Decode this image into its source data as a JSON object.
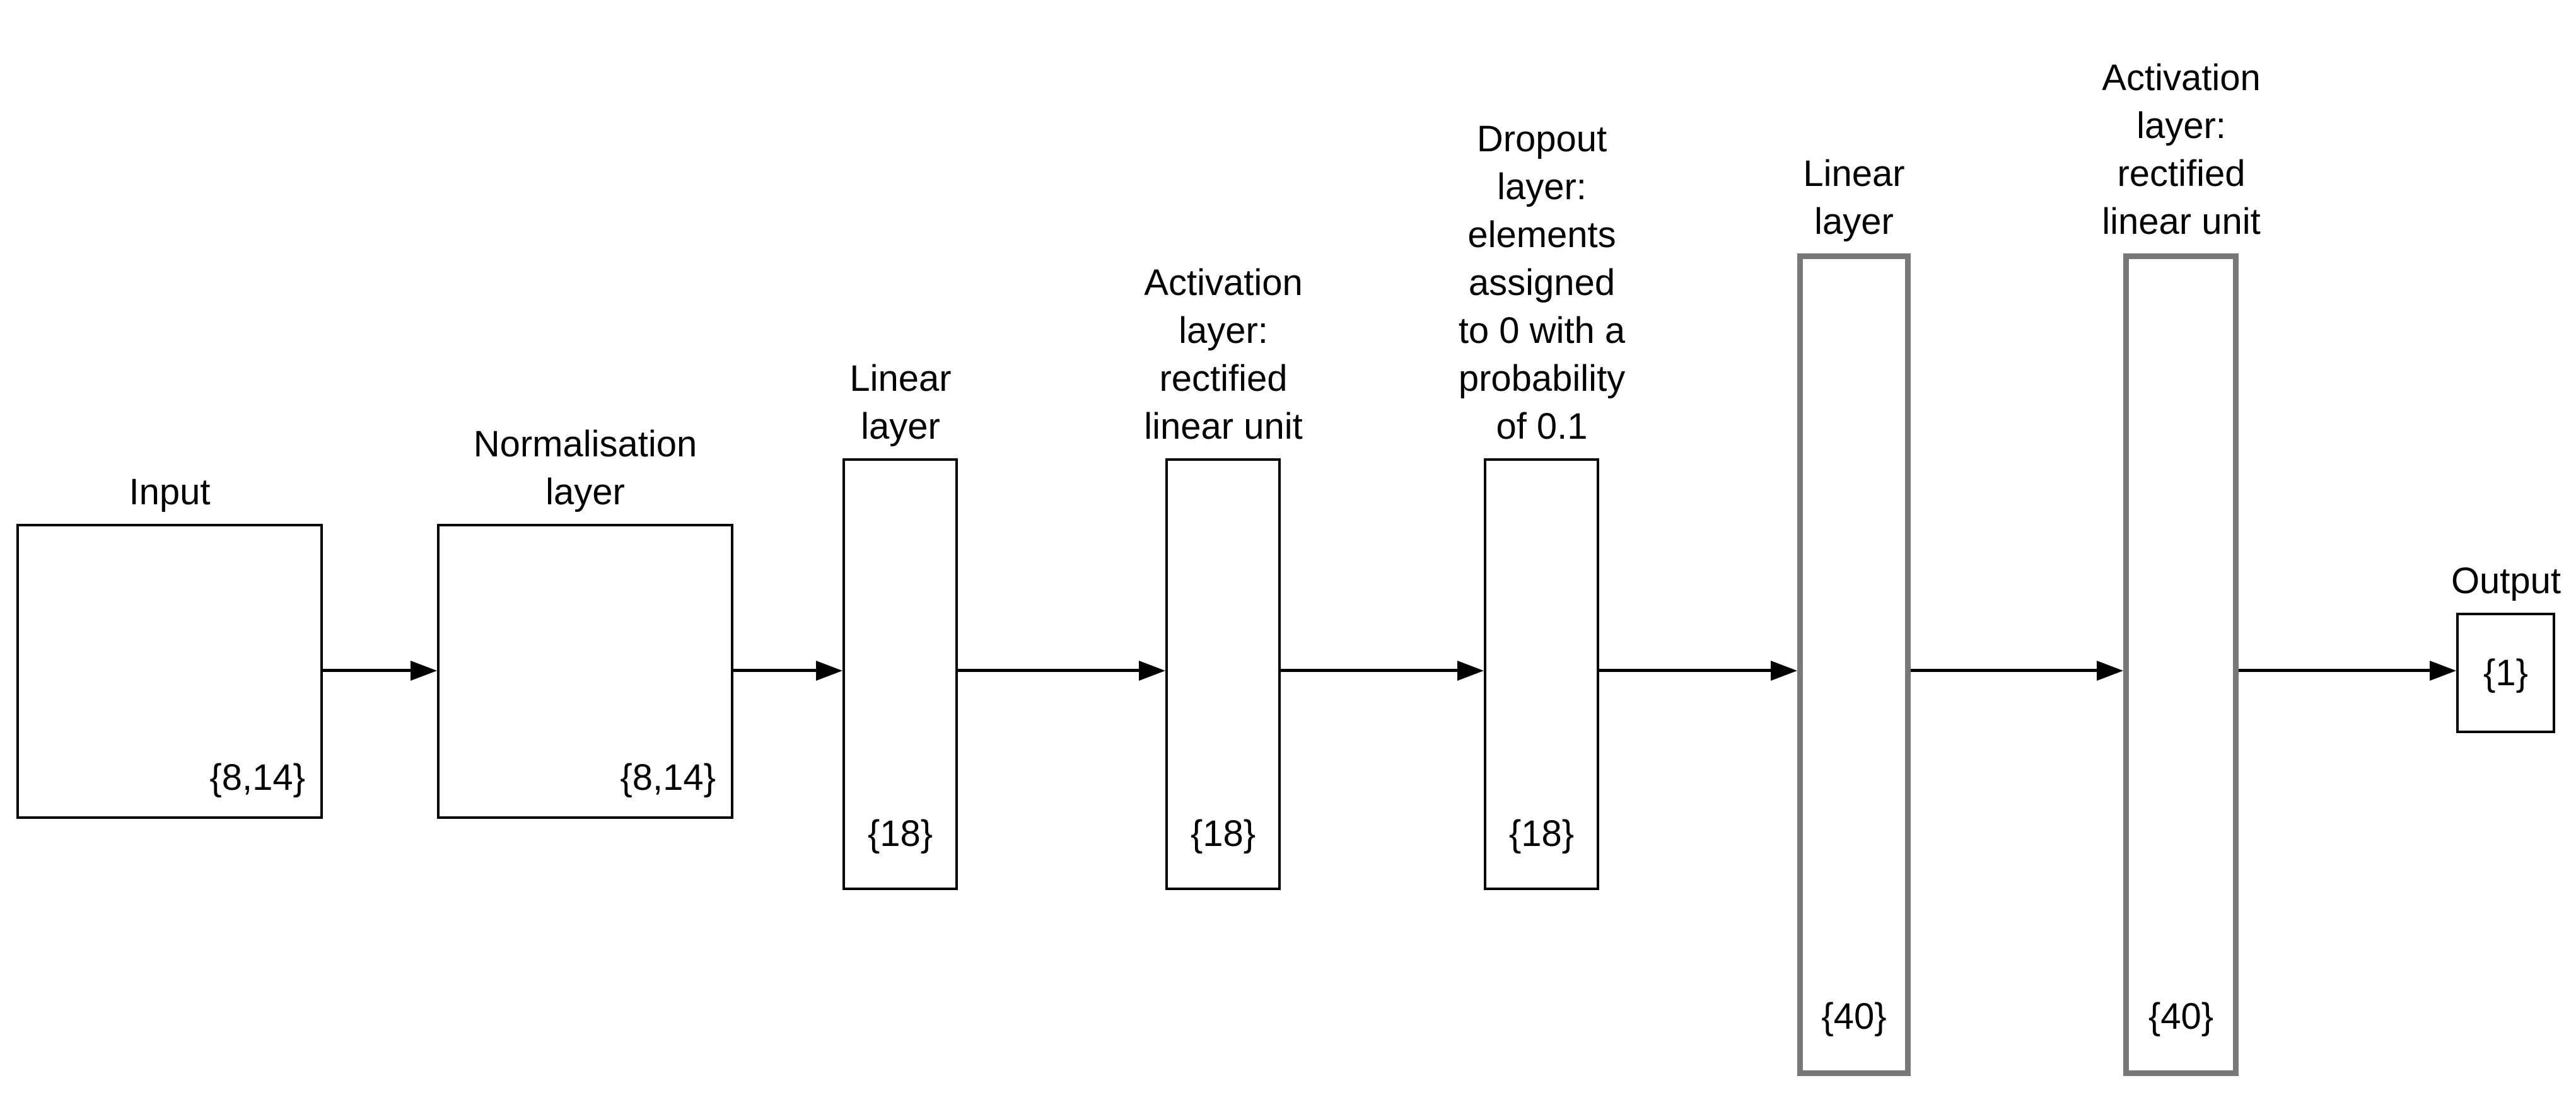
{
  "diagram": {
    "type": "neural-network-flowchart",
    "direction": "left-to-right",
    "colors": {
      "background": "#ffffff",
      "box_border": "#000000",
      "tall_box_border": "#787878",
      "arrow": "#000000",
      "text": "#000000"
    },
    "nodes": [
      {
        "id": "input",
        "label": "Input",
        "dims": "{8,14}"
      },
      {
        "id": "normalisation",
        "label": "Normalisation\nlayer",
        "dims": "{8,14}"
      },
      {
        "id": "linear-1",
        "label": "Linear\nlayer",
        "dims": "{18}"
      },
      {
        "id": "activation-1",
        "label": "Activation\nlayer:\nrectified\nlinear unit",
        "dims": "{18}"
      },
      {
        "id": "dropout",
        "label": "Dropout\nlayer:\nelements\nassigned\nto 0 with a\nprobability\nof 0.1",
        "dims": "{18}"
      },
      {
        "id": "linear-2",
        "label": "Linear\nlayer",
        "dims": "{40}"
      },
      {
        "id": "activation-2",
        "label": "Activation\nlayer:\nrectified\nlinear unit",
        "dims": "{40}"
      },
      {
        "id": "output",
        "label": "Output",
        "dims": "{1}"
      }
    ],
    "edges": [
      {
        "from": "input",
        "to": "normalisation"
      },
      {
        "from": "normalisation",
        "to": "linear-1"
      },
      {
        "from": "linear-1",
        "to": "activation-1"
      },
      {
        "from": "activation-1",
        "to": "dropout"
      },
      {
        "from": "dropout",
        "to": "linear-2"
      },
      {
        "from": "linear-2",
        "to": "activation-2"
      },
      {
        "from": "activation-2",
        "to": "output"
      }
    ]
  }
}
